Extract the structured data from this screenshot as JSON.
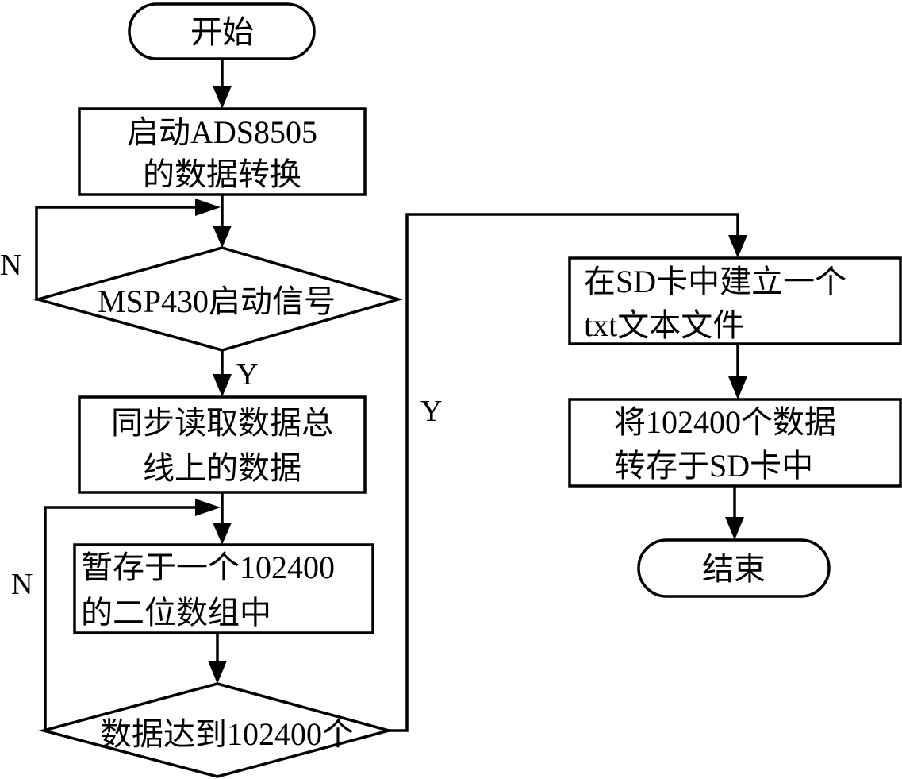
{
  "flowchart": {
    "start": {
      "label": "开始"
    },
    "step_start_adc": {
      "lines": [
        "启动ADS8505",
        "的数据转换"
      ]
    },
    "decision_msp430": {
      "label": "MSP430启动信号",
      "no_label": "N",
      "yes_label": "Y"
    },
    "step_read_bus": {
      "lines": [
        "同步读取数据总",
        "线上的数据"
      ]
    },
    "step_store_array": {
      "lines": [
        "暂存于一个102400",
        "的二位数组中"
      ]
    },
    "decision_count": {
      "label": "数据达到102400个",
      "no_label": "N",
      "yes_label": "Y"
    },
    "step_create_file": {
      "lines": [
        "在SD卡中建立一个",
        "txt文本文件"
      ]
    },
    "step_save_sd": {
      "lines": [
        "将102400个数据",
        "转存于SD卡中"
      ]
    },
    "end": {
      "label": "结束"
    }
  }
}
